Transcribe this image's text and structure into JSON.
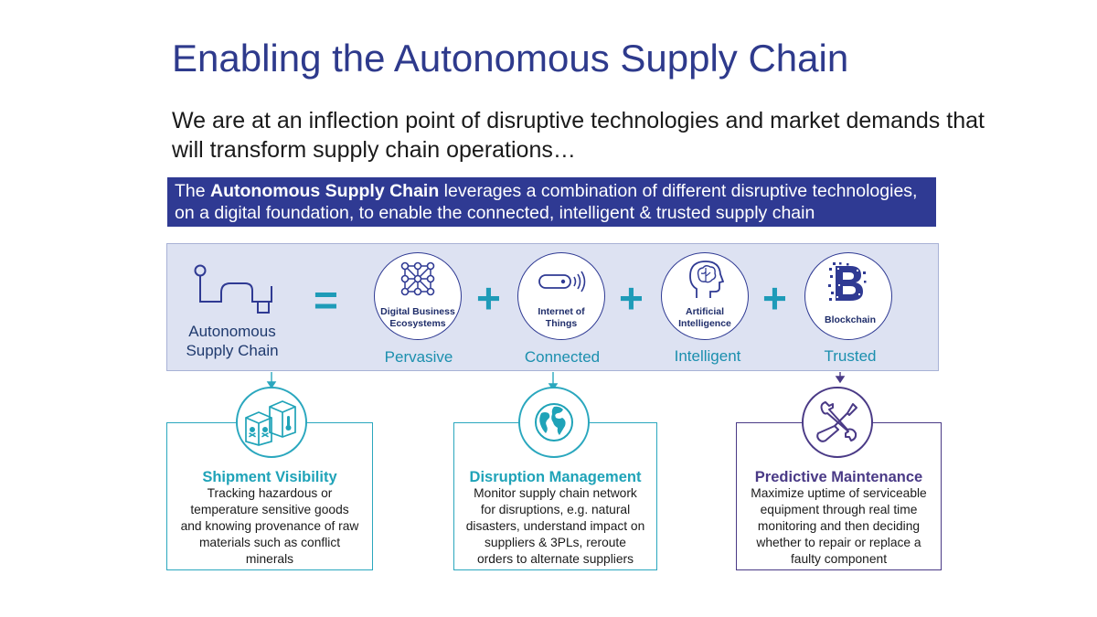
{
  "title": "Enabling the Autonomous Supply Chain",
  "subtitle": "We are at an inflection point of disruptive technologies and market demands that will transform supply chain operations…",
  "banner": {
    "prefix": "The ",
    "bold": "Autonomous Supply Chain",
    "suffix": " leverages a combination of different disruptive technologies, on a digital foundation, to enable the connected, intelligent & trusted supply chain"
  },
  "equation": {
    "left_line1": "Autonomous",
    "left_line2": "Supply Chain",
    "equals": "=",
    "plus": "+",
    "technologies": [
      {
        "line1": "Digital Business",
        "line2": "Ecosystems",
        "quality": "Pervasive",
        "icon": "network-grid-icon"
      },
      {
        "line1": "Internet of",
        "line2": "Things",
        "quality": "Connected",
        "icon": "sensor-signal-icon"
      },
      {
        "line1": "Artificial",
        "line2": "Intelligence",
        "quality": "Intelligent",
        "icon": "brain-head-icon"
      },
      {
        "line1": "Blockchain",
        "line2": "",
        "quality": "Trusted",
        "icon": "blockchain-b-icon"
      }
    ]
  },
  "use_cases": [
    {
      "title": "Shipment Visibility",
      "desc": [
        "Tracking hazardous or",
        "temperature sensitive goods",
        "and knowing provenance of raw",
        "materials such as conflict",
        "minerals"
      ],
      "icon": "hazard-boxes-icon",
      "color": "#1fa3b8"
    },
    {
      "title": "Disruption Management",
      "desc": [
        "Monitor supply chain network",
        "for disruptions, e.g. natural",
        "disasters, understand impact on",
        "suppliers & 3PLs, reroute",
        "orders to alternate suppliers"
      ],
      "icon": "globe-icon",
      "color": "#1fa3b8"
    },
    {
      "title": "Predictive Maintenance",
      "desc": [
        "Maximize uptime of serviceable",
        "equipment through real time",
        "monitoring and then deciding",
        "whether to repair or replace a",
        "faulty component"
      ],
      "icon": "wrench-screwdriver-icon",
      "color": "#4a3a86"
    }
  ],
  "colors": {
    "navy": "#2f3a93",
    "teal": "#1fa3b8",
    "purple": "#4a3a86",
    "panel": "#dde2f2"
  }
}
